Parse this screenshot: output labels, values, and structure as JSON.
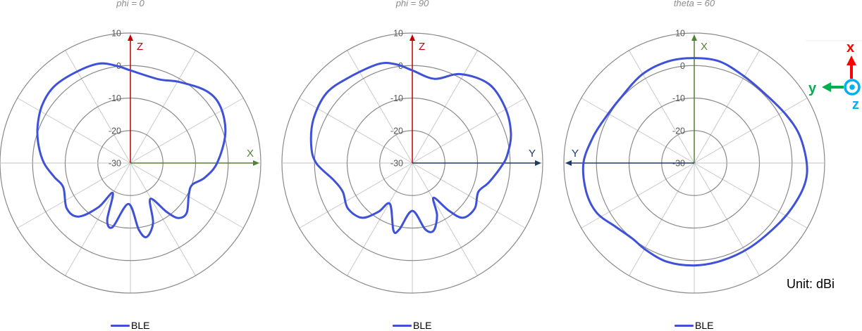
{
  "unit_label": "Unit: dBi",
  "colors": {
    "curve": "#3f51d8",
    "grid_ring": "#8a8a8a",
    "grid_spoke": "#c8c8c8",
    "tick_label": "#595959",
    "title": "#8c8c8c",
    "axis_z": "#c00000",
    "axis_x": "#538135",
    "axis_y": "#1f3864",
    "indicator_x": "#ff0000",
    "indicator_y": "#00b050",
    "indicator_z": "#00b0f0"
  },
  "orientation_indicator": {
    "x_label": "x",
    "y_label": "y",
    "z_label": "z"
  },
  "chart_data": [
    {
      "type": "polar-line",
      "title": "phi = 0",
      "r_ticks": [
        -30,
        -20,
        -10,
        0,
        10
      ],
      "r_range": [
        -30,
        10
      ],
      "angle_step_deg": 30,
      "angle_convention": "degrees clockwise from top axis",
      "axis_up_label": "Z",
      "axis_side_label": "X",
      "axis_side_direction": "right",
      "legend": [
        "BLE"
      ],
      "series": [
        {
          "name": "BLE",
          "points": [
            [
              0,
              -1.5
            ],
            [
              18.6,
              -2.8
            ],
            [
              31,
              -0.9
            ],
            [
              46.6,
              2.2
            ],
            [
              58,
              2.6
            ],
            [
              72.7,
              0.5
            ],
            [
              90,
              -3.4
            ],
            [
              101.3,
              -6.8
            ],
            [
              109.4,
              -9.9
            ],
            [
              118.5,
              -9.6
            ],
            [
              131.6,
              -6.9
            ],
            [
              139,
              -7.6
            ],
            [
              143.4,
              -11.2
            ],
            [
              151,
              -17.4
            ],
            [
              159.4,
              -10.3
            ],
            [
              167.6,
              -6.7
            ],
            [
              172.8,
              -9.3
            ],
            [
              182.6,
              -17.4
            ],
            [
              195.4,
              -9.6
            ],
            [
              202,
              -11
            ],
            [
              210.3,
              -19.3
            ],
            [
              215.7,
              -13.3
            ],
            [
              224,
              -7.1
            ],
            [
              234.4,
              -6.0
            ],
            [
              250,
              -8.1
            ],
            [
              259.8,
              -6.2
            ],
            [
              270,
              -3.5
            ],
            [
              281,
              -1.3
            ],
            [
              291.5,
              0.6
            ],
            [
              303.3,
              2.4
            ],
            [
              315,
              3.2
            ],
            [
              328.7,
              2.6
            ],
            [
              342.3,
              2.1
            ],
            [
              352.4,
              0.1
            ]
          ]
        }
      ]
    },
    {
      "type": "polar-line",
      "title": "phi = 90",
      "r_ticks": [
        -30,
        -20,
        -10,
        0,
        10
      ],
      "r_range": [
        -30,
        10
      ],
      "angle_step_deg": 30,
      "angle_convention": "degrees clockwise from top axis",
      "axis_up_label": "Z",
      "axis_side_label": "Y",
      "axis_side_direction": "right",
      "legend": [
        "BLE"
      ],
      "series": [
        {
          "name": "BLE",
          "points": [
            [
              0,
              -1.5
            ],
            [
              14.8,
              -3.2
            ],
            [
              28.4,
              1.1
            ],
            [
              44,
              3.8
            ],
            [
              59,
              3.2
            ],
            [
              73.2,
              1.6
            ],
            [
              84.8,
              -0.7
            ],
            [
              92,
              -2.6
            ],
            [
              104.3,
              -5.8
            ],
            [
              113.7,
              -7.9
            ],
            [
              126,
              -6.3
            ],
            [
              137.3,
              -7.1
            ],
            [
              142.6,
              -11.6
            ],
            [
              148.7,
              -17.5
            ],
            [
              154.8,
              -12.2
            ],
            [
              162.6,
              -8.2
            ],
            [
              169,
              -9.2
            ],
            [
              180,
              -15.3
            ],
            [
              191,
              -9.2
            ],
            [
              195.5,
              -8.4
            ],
            [
              208.8,
              -15.7
            ],
            [
              214.8,
              -11.7
            ],
            [
              222.7,
              -7.1
            ],
            [
              234.9,
              -5.8
            ],
            [
              247.4,
              -6.9
            ],
            [
              257.7,
              -5.3
            ],
            [
              270,
              -0.5
            ],
            [
              280,
              1.5
            ],
            [
              294,
              3.2
            ],
            [
              309,
              4.0
            ],
            [
              322.8,
              2.8
            ],
            [
              341,
              2.2
            ],
            [
              350.6,
              0.8
            ]
          ]
        }
      ]
    },
    {
      "type": "polar-line",
      "title": "theta = 60",
      "r_ticks": [
        -30,
        -20,
        -10,
        0,
        10
      ],
      "r_range": [
        -30,
        10
      ],
      "angle_step_deg": 30,
      "angle_convention": "degrees clockwise from top axis",
      "axis_up_label": "X",
      "axis_side_label": "Y",
      "axis_side_direction": "left",
      "legend": [
        "BLE"
      ],
      "series": [
        {
          "name": "BLE",
          "points": [
            [
              0,
              2.3
            ],
            [
              14,
              2.2
            ],
            [
              29.1,
              0.8
            ],
            [
              45,
              0.4
            ],
            [
              61.8,
              1.8
            ],
            [
              75.2,
              3.4
            ],
            [
              90,
              4.5
            ],
            [
              101,
              4.5
            ],
            [
              114.8,
              3.0
            ],
            [
              128.2,
              1.7
            ],
            [
              147,
              1.1
            ],
            [
              164.6,
              1.2
            ],
            [
              180,
              1.5
            ],
            [
              195.2,
              1.5
            ],
            [
              208.8,
              0.6
            ],
            [
              219.5,
              0.0
            ],
            [
              231,
              1.1
            ],
            [
              242.9,
              3.6
            ],
            [
              255.2,
              4.3
            ],
            [
              270,
              4.0
            ],
            [
              284,
              2.1
            ],
            [
              296.2,
              0.7
            ],
            [
              311.7,
              0.2
            ],
            [
              329.6,
              1.6
            ],
            [
              345.5,
              2.3
            ]
          ]
        }
      ]
    }
  ]
}
